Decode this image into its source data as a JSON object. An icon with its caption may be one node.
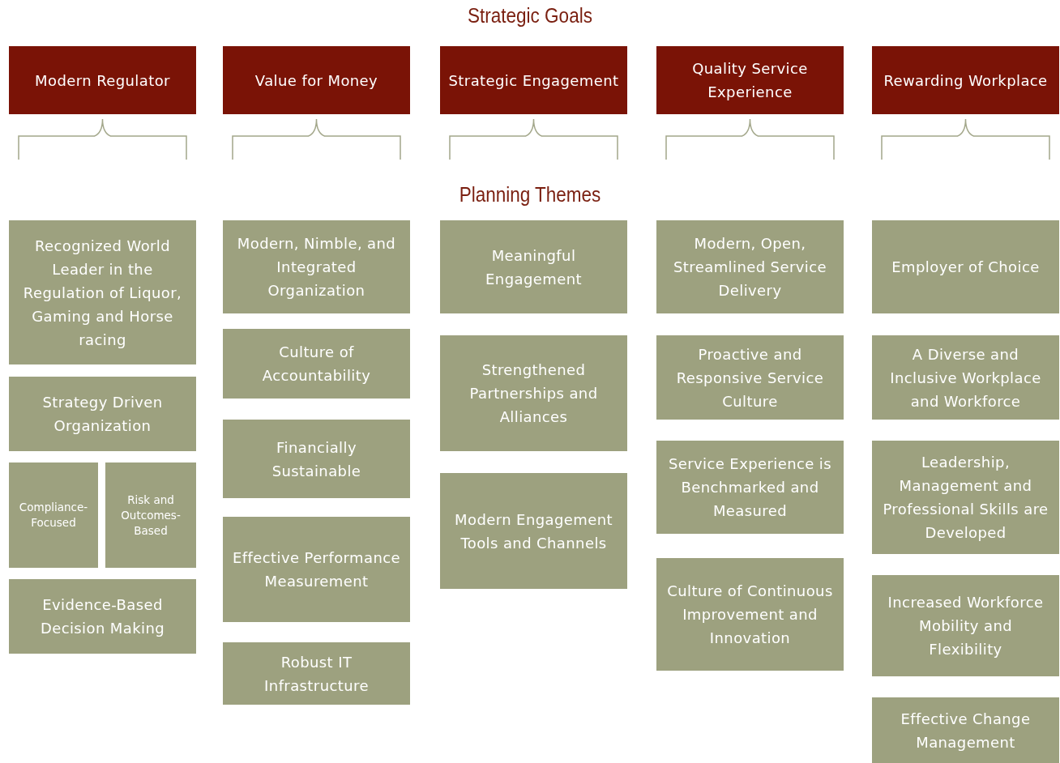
{
  "diagram": {
    "title": "Strategic Goals",
    "nodes": [
      {
        "text": [
          "Modern Regulator"
        ]
      },
      {
        "text": [
          "Value for Money"
        ]
      },
      {
        "text": [
          "Strategic Engagement"
        ]
      },
      {
        "text": [
          "Quality Service Experience"
        ]
      },
      {
        "text": [
          "Rewarding Workplace"
        ]
      },
      {
        "text": [
          "Recognized World Leader in the Regulation of Liquor, Gaming and Horse racing"
        ]
      },
      {
        "text": [
          "Strategy Driven Organization"
        ]
      },
      {
        "text": [
          "Compliance-Focused"
        ]
      },
      {
        "text": [
          "Risk and Outcomes-Based"
        ]
      },
      {
        "text": [
          "Evidence-Based Decision Making"
        ]
      },
      {
        "text": [
          "Modern, Nimble, and Integrated Organization"
        ]
      },
      {
        "text": [
          "Culture of Accountability"
        ]
      },
      {
        "text": [
          "Financially Sustainable"
        ]
      },
      {
        "text": [
          "Effective Performance Measurement"
        ]
      },
      {
        "text": [
          "Robust IT Infrastructure"
        ]
      },
      {
        "text": [
          "Meaningful Engagement"
        ]
      },
      {
        "text": [
          "Strengthened Partnerships and Alliances"
        ]
      },
      {
        "text": [
          "Modern Engagement Tools and Channels"
        ]
      },
      {
        "text": [
          "Modern, Open, Streamlined Service Delivery"
        ]
      },
      {
        "text": [
          "Proactive and Responsive Service Culture"
        ]
      },
      {
        "text": [
          "Service Experience is Benchmarked and Measured"
        ]
      },
      {
        "text": [
          "Culture of Continuous Improvement and Innovation"
        ]
      },
      {
        "text": [
          "Employer of Choice"
        ]
      },
      {
        "text": [
          "A Diverse and Inclusive Workplace and Workforce"
        ]
      },
      {
        "text": [
          "Leadership, Management and Professional Skills are Developed"
        ]
      },
      {
        "text": [
          "Increased Workforce Mobility and Flexibility"
        ]
      },
      {
        "text": [
          "Effective Change Management"
        ]
      }
    ],
    "edges": [],
    "labels": [
      "Planning Themes"
    ]
  }
}
